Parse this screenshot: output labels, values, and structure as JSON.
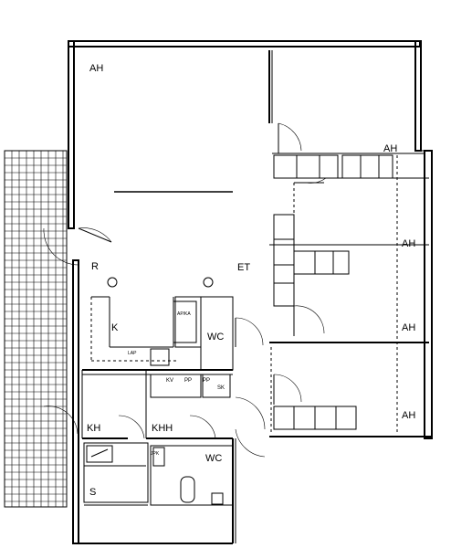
{
  "rooms": {
    "ah_top_left": "AH",
    "ah_right_1": "AH",
    "ah_right_2": "AH",
    "ah_right_3": "AH",
    "ah_right_4": "AH",
    "r": "R",
    "et": "ET",
    "k": "K",
    "wc_upper": "WC",
    "wc_lower": "WC",
    "kh": "KH",
    "khh": "KHH",
    "s": "S"
  },
  "fixtures": {
    "kv": "KV",
    "pp": "PP",
    "pp2": "PP",
    "sk": "SK",
    "ap_ka": "AP/KA",
    "lap": "LAP",
    "jpk": "JPK"
  }
}
